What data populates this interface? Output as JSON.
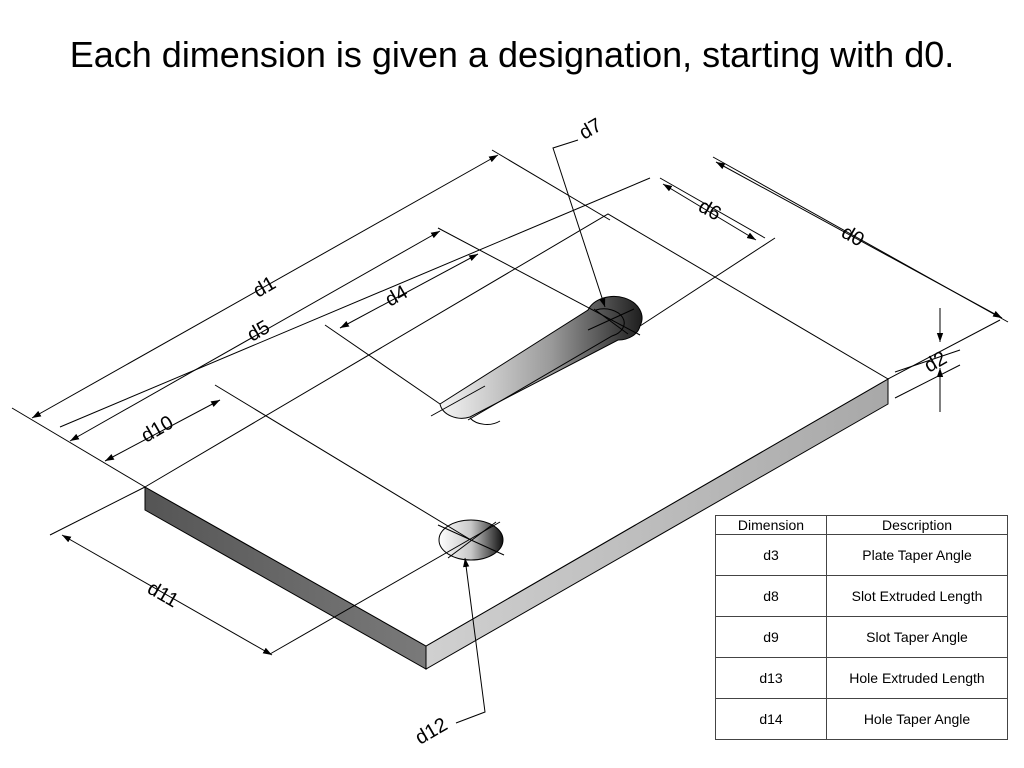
{
  "title": "Each dimension is given a designation, starting with d0.",
  "dimension_labels": {
    "d0": "d0",
    "d1": "d1",
    "d2": "d2",
    "d4": "d4",
    "d5": "d5",
    "d6": "d6",
    "d7": "d7",
    "d10": "d10",
    "d11": "d11",
    "d12": "d12"
  },
  "table": {
    "headers": [
      "Dimension",
      "Description"
    ],
    "rows": [
      {
        "dimension": "d3",
        "description": "Plate Taper Angle"
      },
      {
        "dimension": "d8",
        "description": "Slot Extruded Length"
      },
      {
        "dimension": "d9",
        "description": "Slot Taper Angle"
      },
      {
        "dimension": "d13",
        "description": "Hole Extruded Length"
      },
      {
        "dimension": "d14",
        "description": "Hole Taper Angle"
      }
    ]
  }
}
